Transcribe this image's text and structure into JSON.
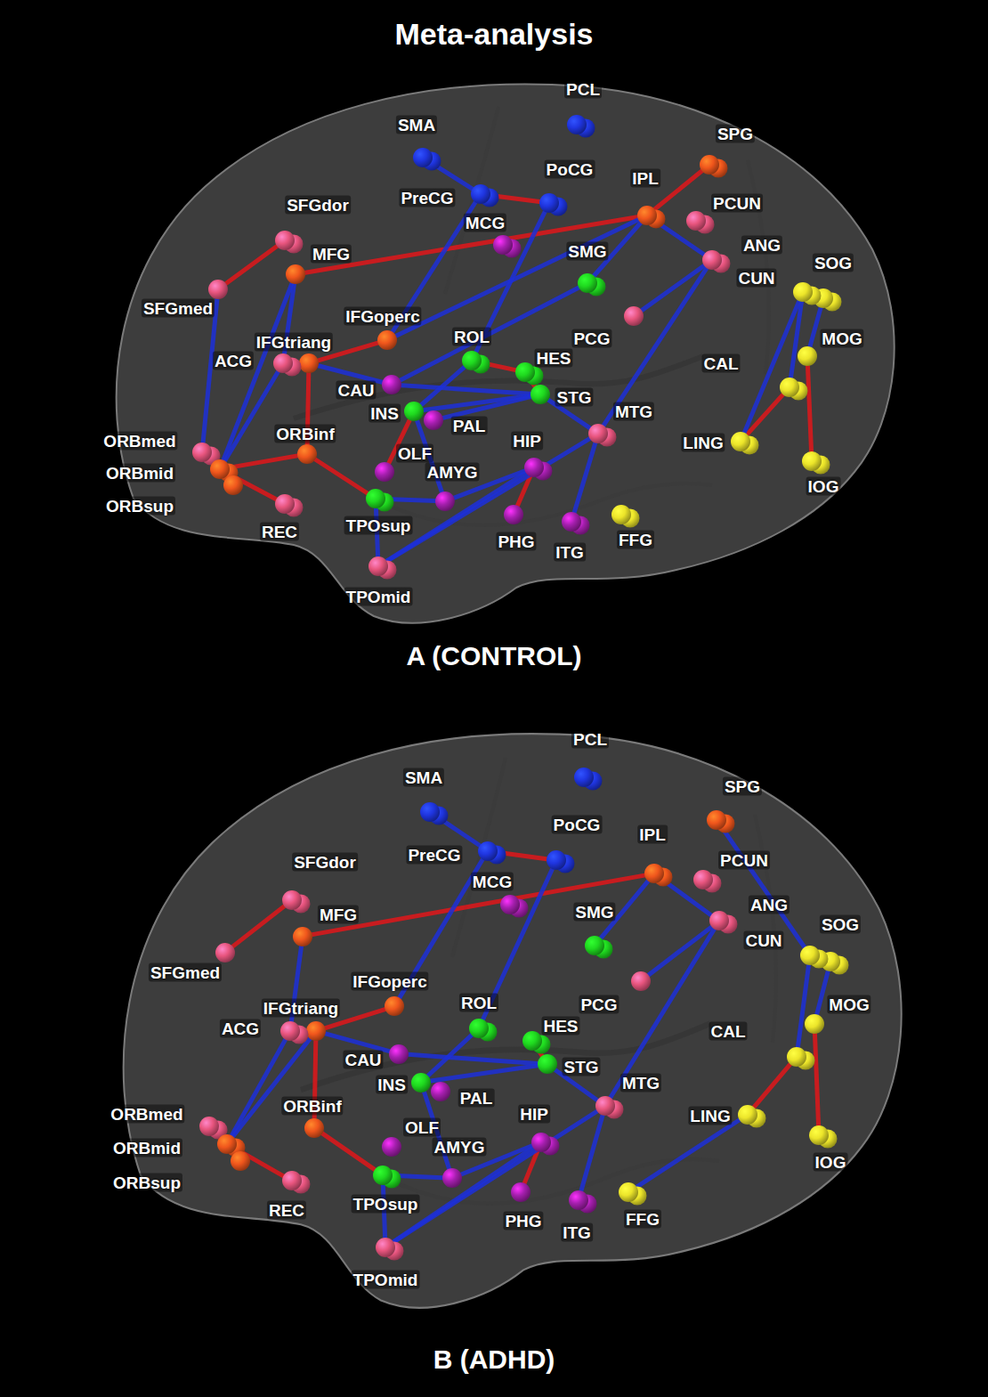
{
  "diagram": {
    "title": "Meta-analysis",
    "nodes": [
      {
        "text": [
          "PCL"
        ]
      },
      {
        "text": [
          "SMA"
        ]
      },
      {
        "text": [
          "SPG"
        ]
      },
      {
        "text": [
          "PoCG"
        ]
      },
      {
        "text": [
          "PreCG"
        ]
      },
      {
        "text": [
          "IPL"
        ]
      },
      {
        "text": [
          "SFGdor"
        ]
      },
      {
        "text": [
          "MFG"
        ]
      },
      {
        "text": [
          "MCG"
        ]
      },
      {
        "text": [
          "PCUN"
        ]
      },
      {
        "text": [
          "ANG"
        ]
      },
      {
        "text": [
          "SOG"
        ]
      },
      {
        "text": [
          "CUN"
        ]
      },
      {
        "text": [
          "SMG"
        ]
      },
      {
        "text": [
          "SFGmed"
        ]
      },
      {
        "text": [
          "IFGoperc"
        ]
      },
      {
        "text": [
          "IFGtriang"
        ]
      },
      {
        "text": [
          "ACG"
        ]
      },
      {
        "text": [
          "CAU"
        ]
      },
      {
        "text": [
          "ROL"
        ]
      },
      {
        "text": [
          "HES"
        ]
      },
      {
        "text": [
          "STG"
        ]
      },
      {
        "text": [
          "PCG"
        ]
      },
      {
        "text": [
          "MOG"
        ]
      },
      {
        "text": [
          "CAL"
        ]
      },
      {
        "text": [
          "INS"
        ]
      },
      {
        "text": [
          "PAL"
        ]
      },
      {
        "text": [
          "MTG"
        ]
      },
      {
        "text": [
          "LING"
        ]
      },
      {
        "text": [
          "IOG"
        ]
      },
      {
        "text": [
          "ORBmed"
        ]
      },
      {
        "text": [
          "ORBmid"
        ]
      },
      {
        "text": [
          "ORBsup"
        ]
      },
      {
        "text": [
          "REC"
        ]
      },
      {
        "text": [
          "ORBinf"
        ]
      },
      {
        "text": [
          "OLF"
        ]
      },
      {
        "text": [
          "AMYG"
        ]
      },
      {
        "text": [
          "HIP"
        ]
      },
      {
        "text": [
          "TPOsup"
        ]
      },
      {
        "text": [
          "PHG"
        ]
      },
      {
        "text": [
          "ITG"
        ]
      },
      {
        "text": [
          "FFG"
        ]
      },
      {
        "text": [
          "TPOmid"
        ]
      },
      {
        "text": [
          "PCL"
        ]
      },
      {
        "text": [
          "SMA"
        ]
      },
      {
        "text": [
          "SPG"
        ]
      },
      {
        "text": [
          "PoCG"
        ]
      },
      {
        "text": [
          "PreCG"
        ]
      },
      {
        "text": [
          "IPL"
        ]
      },
      {
        "text": [
          "SFGdor"
        ]
      },
      {
        "text": [
          "MFG"
        ]
      },
      {
        "text": [
          "MCG"
        ]
      },
      {
        "text": [
          "PCUN"
        ]
      },
      {
        "text": [
          "ANG"
        ]
      },
      {
        "text": [
          "SOG"
        ]
      },
      {
        "text": [
          "CUN"
        ]
      },
      {
        "text": [
          "SMG"
        ]
      },
      {
        "text": [
          "SFGmed"
        ]
      },
      {
        "text": [
          "IFGoperc"
        ]
      },
      {
        "text": [
          "IFGtriang"
        ]
      },
      {
        "text": [
          "ACG"
        ]
      },
      {
        "text": [
          "CAU"
        ]
      },
      {
        "text": [
          "ROL"
        ]
      },
      {
        "text": [
          "HES"
        ]
      },
      {
        "text": [
          "STG"
        ]
      },
      {
        "text": [
          "PCG"
        ]
      },
      {
        "text": [
          "MOG"
        ]
      },
      {
        "text": [
          "CAL"
        ]
      },
      {
        "text": [
          "INS"
        ]
      },
      {
        "text": [
          "PAL"
        ]
      },
      {
        "text": [
          "MTG"
        ]
      },
      {
        "text": [
          "LING"
        ]
      },
      {
        "text": [
          "IOG"
        ]
      },
      {
        "text": [
          "ORBmed"
        ]
      },
      {
        "text": [
          "ORBmid"
        ]
      },
      {
        "text": [
          "ORBsup"
        ]
      },
      {
        "text": [
          "REC"
        ]
      },
      {
        "text": [
          "ORBinf"
        ]
      },
      {
        "text": [
          "OLF"
        ]
      },
      {
        "text": [
          "AMYG"
        ]
      },
      {
        "text": [
          "HIP"
        ]
      },
      {
        "text": [
          "TPOsup"
        ]
      },
      {
        "text": [
          "PHG"
        ]
      },
      {
        "text": [
          "ITG"
        ]
      },
      {
        "text": [
          "FFG"
        ]
      },
      {
        "text": [
          "TPOmid"
        ]
      }
    ],
    "edges": [
      {
        "from": 6,
        "to": 14,
        "arrow": "none"
      },
      {
        "from": 7,
        "to": 5,
        "arrow": "none"
      },
      {
        "from": 5,
        "to": 2,
        "arrow": "none"
      },
      {
        "from": 4,
        "to": 3,
        "arrow": "none"
      },
      {
        "from": 16,
        "to": 15,
        "arrow": "none"
      },
      {
        "from": 16,
        "to": 34,
        "arrow": "none"
      },
      {
        "from": 30,
        "to": 31,
        "arrow": "none"
      },
      {
        "from": 31,
        "to": 33,
        "arrow": "none"
      },
      {
        "from": 31,
        "to": 34,
        "arrow": "none"
      },
      {
        "from": 34,
        "to": 38,
        "arrow": "none"
      },
      {
        "from": 19,
        "to": 20,
        "arrow": "none"
      },
      {
        "from": 20,
        "to": 21,
        "arrow": "none"
      },
      {
        "from": 37,
        "to": 39,
        "arrow": "none"
      },
      {
        "from": 24,
        "to": 28,
        "arrow": "none"
      },
      {
        "from": 23,
        "to": 29,
        "arrow": "none"
      },
      {
        "from": 25,
        "to": 35,
        "arrow": "none"
      },
      {
        "from": 1,
        "to": 4,
        "arrow": "none"
      },
      {
        "from": 4,
        "to": 15,
        "arrow": "none"
      },
      {
        "from": 3,
        "to": 19,
        "arrow": "none"
      },
      {
        "from": 5,
        "to": 13,
        "arrow": "none"
      },
      {
        "from": 5,
        "to": 10,
        "arrow": "none"
      },
      {
        "from": 5,
        "to": 15,
        "arrow": "none"
      },
      {
        "from": 13,
        "to": 18,
        "arrow": "none"
      },
      {
        "from": 10,
        "to": 22,
        "arrow": "none"
      },
      {
        "from": 10,
        "to": 27,
        "arrow": "none"
      },
      {
        "from": 27,
        "to": 42,
        "arrow": "none"
      },
      {
        "from": 27,
        "to": 40,
        "arrow": "none"
      },
      {
        "from": 21,
        "to": 27,
        "arrow": "none"
      },
      {
        "from": 7,
        "to": 17,
        "arrow": "none"
      },
      {
        "from": 7,
        "to": 31,
        "arrow": "none"
      },
      {
        "from": 14,
        "to": 30,
        "arrow": "none"
      },
      {
        "from": 17,
        "to": 31,
        "arrow": "none"
      },
      {
        "from": 16,
        "to": 18,
        "arrow": "none"
      },
      {
        "from": 18,
        "to": 21,
        "arrow": "none"
      },
      {
        "from": 25,
        "to": 21,
        "arrow": "none"
      },
      {
        "from": 25,
        "to": 19,
        "arrow": "none"
      },
      {
        "from": 25,
        "to": 36,
        "arrow": "none"
      },
      {
        "from": 36,
        "to": 37,
        "arrow": "none"
      },
      {
        "from": 36,
        "to": 38,
        "arrow": "none"
      },
      {
        "from": 38,
        "to": 42,
        "arrow": "none"
      },
      {
        "from": 37,
        "to": 42,
        "arrow": "none"
      },
      {
        "from": 12,
        "to": 24,
        "arrow": "none"
      },
      {
        "from": 11,
        "to": 23,
        "arrow": "none"
      },
      {
        "from": 12,
        "to": 28,
        "arrow": "none"
      },
      {
        "from": 26,
        "to": 21,
        "arrow": "none"
      },
      {
        "from": 49,
        "to": 57,
        "arrow": "none"
      },
      {
        "from": 50,
        "to": 48,
        "arrow": "none"
      },
      {
        "from": 47,
        "to": 46,
        "arrow": "none"
      },
      {
        "from": 59,
        "to": 58,
        "arrow": "none"
      },
      {
        "from": 59,
        "to": 77,
        "arrow": "none"
      },
      {
        "from": 74,
        "to": 76,
        "arrow": "none"
      },
      {
        "from": 73,
        "to": 75,
        "arrow": "none"
      },
      {
        "from": 77,
        "to": 81,
        "arrow": "none"
      },
      {
        "from": 63,
        "to": 64,
        "arrow": "none"
      },
      {
        "from": 80,
        "to": 82,
        "arrow": "none"
      },
      {
        "from": 67,
        "to": 71,
        "arrow": "none"
      },
      {
        "from": 66,
        "to": 72,
        "arrow": "none"
      },
      {
        "from": 44,
        "to": 47,
        "arrow": "none"
      },
      {
        "from": 47,
        "to": 58,
        "arrow": "none"
      },
      {
        "from": 46,
        "to": 62,
        "arrow": "none"
      },
      {
        "from": 48,
        "to": 56,
        "arrow": "none"
      },
      {
        "from": 48,
        "to": 53,
        "arrow": "none"
      },
      {
        "from": 45,
        "to": 55,
        "arrow": "none"
      },
      {
        "from": 53,
        "to": 65,
        "arrow": "none"
      },
      {
        "from": 53,
        "to": 70,
        "arrow": "none"
      },
      {
        "from": 70,
        "to": 85,
        "arrow": "none"
      },
      {
        "from": 70,
        "to": 83,
        "arrow": "none"
      },
      {
        "from": 84,
        "to": 71,
        "arrow": "none"
      },
      {
        "from": 64,
        "to": 70,
        "arrow": "none"
      },
      {
        "from": 50,
        "to": 60,
        "arrow": "none"
      },
      {
        "from": 60,
        "to": 74,
        "arrow": "none"
      },
      {
        "from": 59,
        "to": 61,
        "arrow": "none"
      },
      {
        "from": 61,
        "to": 64,
        "arrow": "none"
      },
      {
        "from": 68,
        "to": 62,
        "arrow": "none"
      },
      {
        "from": 68,
        "to": 64,
        "arrow": "none"
      },
      {
        "from": 68,
        "to": 79,
        "arrow": "none"
      },
      {
        "from": 79,
        "to": 80,
        "arrow": "none"
      },
      {
        "from": 79,
        "to": 81,
        "arrow": "none"
      },
      {
        "from": 81,
        "to": 85,
        "arrow": "none"
      },
      {
        "from": 80,
        "to": 85,
        "arrow": "none"
      },
      {
        "from": 55,
        "to": 67,
        "arrow": "none"
      },
      {
        "from": 54,
        "to": 66,
        "arrow": "none"
      },
      {
        "from": 59,
        "to": 74,
        "arrow": "none"
      }
    ],
    "labels": [
      "A (CONTROL)",
      "B (ADHD)"
    ]
  }
}
